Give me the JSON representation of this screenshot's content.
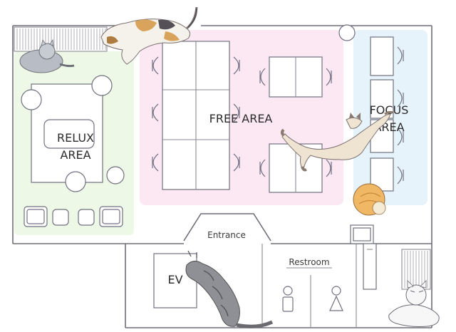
{
  "zones": {
    "relux": {
      "line1": "RELUX",
      "line2": "AREA",
      "color": "#eef8e6"
    },
    "free": {
      "line1": "FREE AREA",
      "color": "#fbe8f3"
    },
    "focus": {
      "line1": "FOCUS",
      "line2": "AREA",
      "color": "#e6f3fb"
    }
  },
  "rooms": {
    "entrance": "Entrance",
    "restroom": "Restroom",
    "elevator": "EV"
  },
  "colors": {
    "wall": "#6e6e78",
    "cat_calico": "#d9a35c",
    "cat_siamese": "#efe4d2",
    "cat_gray": "#b8bcc4",
    "cat_ginger": "#f0b765",
    "cat_tabby": "#8f8f96"
  },
  "icons": [
    "cat-icon",
    "restroom-male-icon",
    "restroom-female-icon",
    "elevator-icon",
    "plant-icon"
  ]
}
